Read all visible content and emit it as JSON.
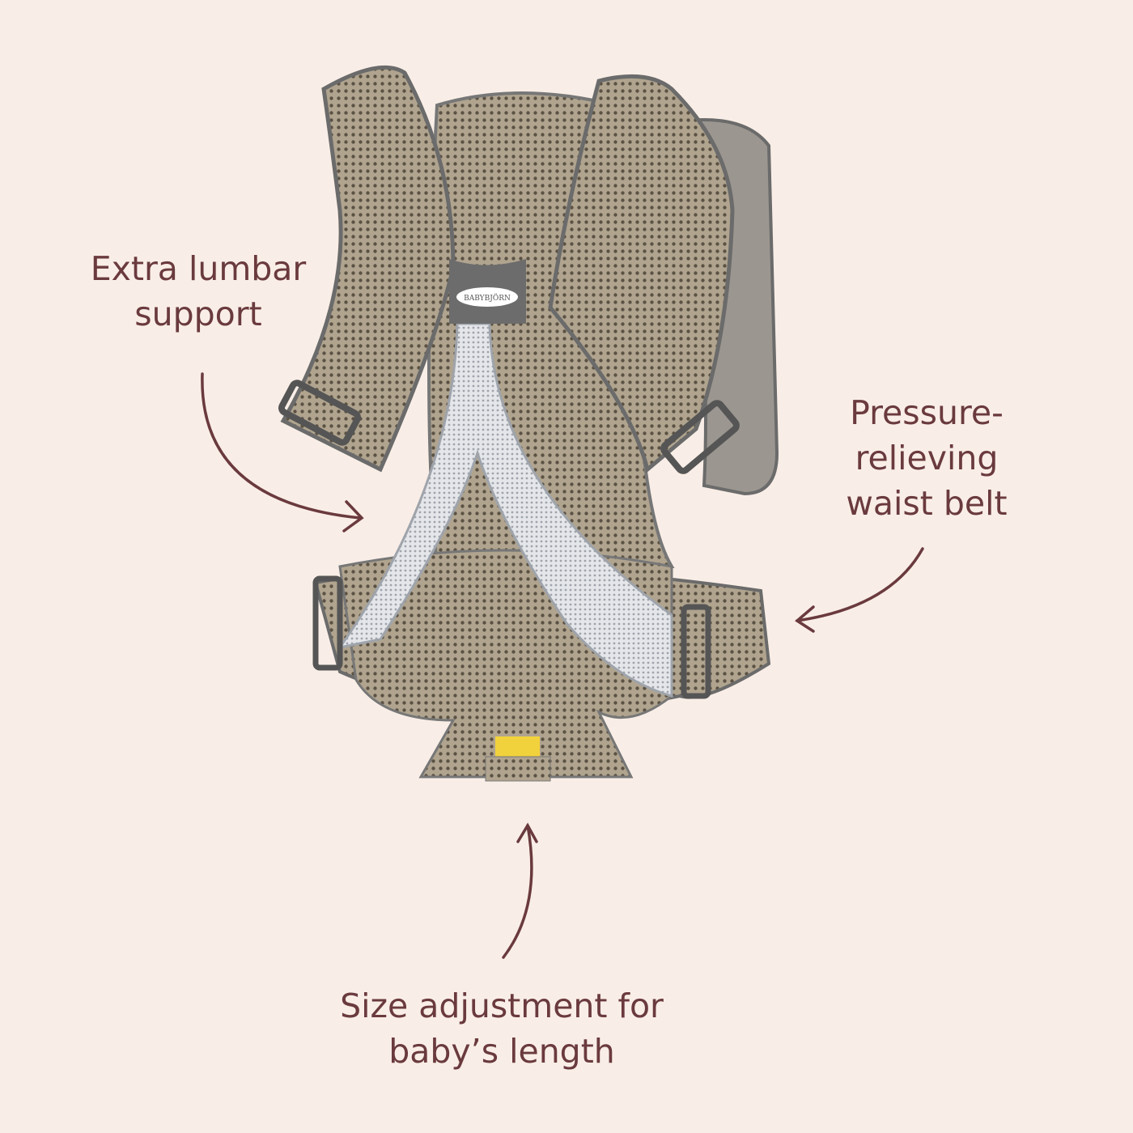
{
  "colors": {
    "background": "#f9eee7",
    "text": "#6a3a3e",
    "arrow": "#6a3a3e",
    "mesh": "#a79b86",
    "trim": "#6b6b6b",
    "inner_strap": "#dcdde0"
  },
  "product": {
    "brand_logo": "BABYBJÖRN"
  },
  "callouts": {
    "lumbar": {
      "line1": "Extra lumbar",
      "line2": "support"
    },
    "waist": {
      "line1": "Pressure-",
      "line2": "relieving",
      "line3": "waist belt"
    },
    "size": {
      "line1": "Size adjustment for",
      "line2": "baby’s length"
    }
  }
}
